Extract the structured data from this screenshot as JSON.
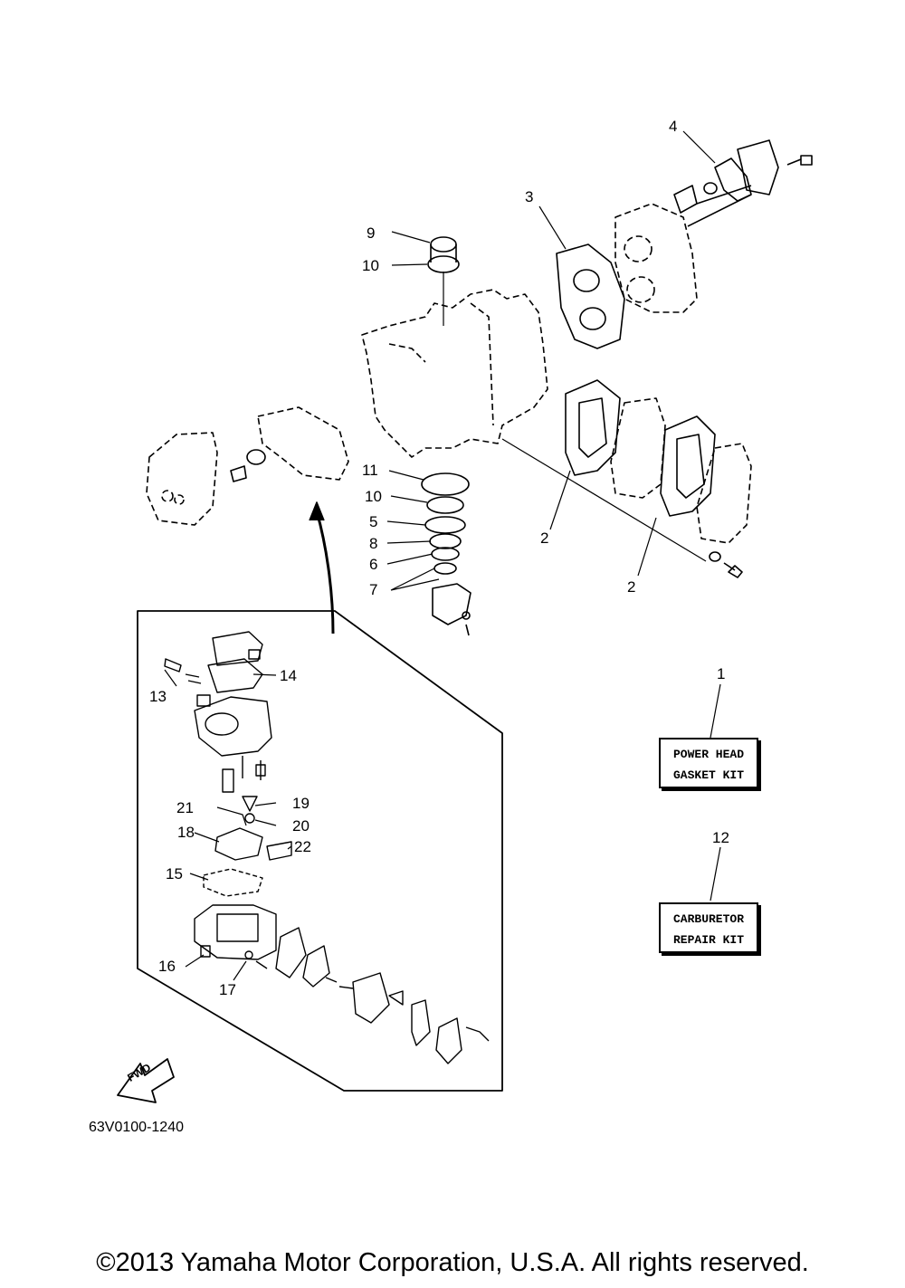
{
  "callouts": {
    "c1": "1",
    "c2a": "2",
    "c2b": "2",
    "c3": "3",
    "c4": "4",
    "c5": "5",
    "c6": "6",
    "c7": "7",
    "c8": "8",
    "c9": "9",
    "c10a": "10",
    "c10b": "10",
    "c11": "11",
    "c12": "12",
    "c13": "13",
    "c14": "14",
    "c15": "15",
    "c16": "16",
    "c17": "17",
    "c18": "18",
    "c19": "19",
    "c20": "20",
    "c21": "21",
    "c22": "22"
  },
  "kits": {
    "power_head": {
      "line1": "POWER HEAD",
      "line2": "GASKET KIT"
    },
    "carburetor": {
      "line1": "CARBURETOR",
      "line2": "REPAIR KIT"
    }
  },
  "fwd_label": "FWD",
  "diagram_code": "63V0100-1240",
  "copyright": "©2013 Yamaha Motor Corporation, U.S.A. All rights reserved."
}
